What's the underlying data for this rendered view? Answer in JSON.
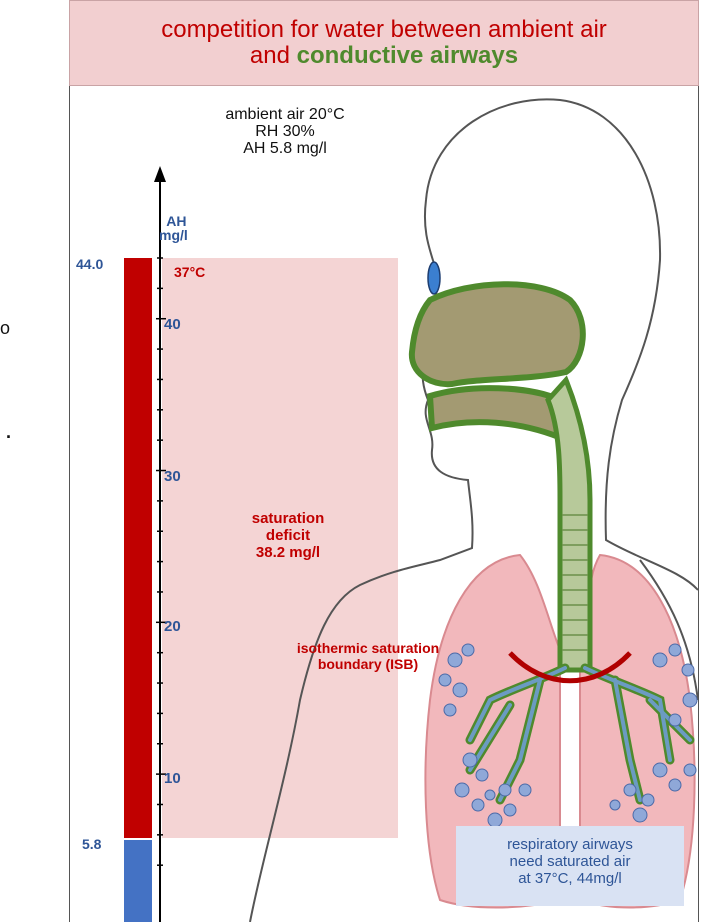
{
  "title": {
    "line1": "competition for water between ambient air",
    "line2_prefix": "and ",
    "line2_highlight": "conductive airways"
  },
  "ambient": {
    "line1": "ambient air 20°C",
    "line2": "RH 30%",
    "line3": "AH 5.8 mg/l"
  },
  "axis": {
    "unit_line1": "AH",
    "unit_line2": "mg/l",
    "ticks": [
      "40",
      "30",
      "20",
      "10"
    ],
    "top_value": "44.0",
    "bottom_value": "5.8",
    "temp_label": "37°C"
  },
  "deficit": {
    "line1": "saturation",
    "line2": "deficit",
    "line3": "38.2 mg/l"
  },
  "isb": {
    "line1": "isothermic saturation",
    "line2": "boundary (ISB)"
  },
  "note": {
    "line1": "respiratory airways",
    "line2": "need saturated air",
    "line3": "at 37°C, 44mg/l"
  },
  "edge_fragments": {
    "a": "o",
    "b": "."
  },
  "colors": {
    "red": "#c00000",
    "green": "#4f8a2d",
    "blue": "#2e5597",
    "pink": "#f2cfd0",
    "lung": "#f2b8bc"
  }
}
